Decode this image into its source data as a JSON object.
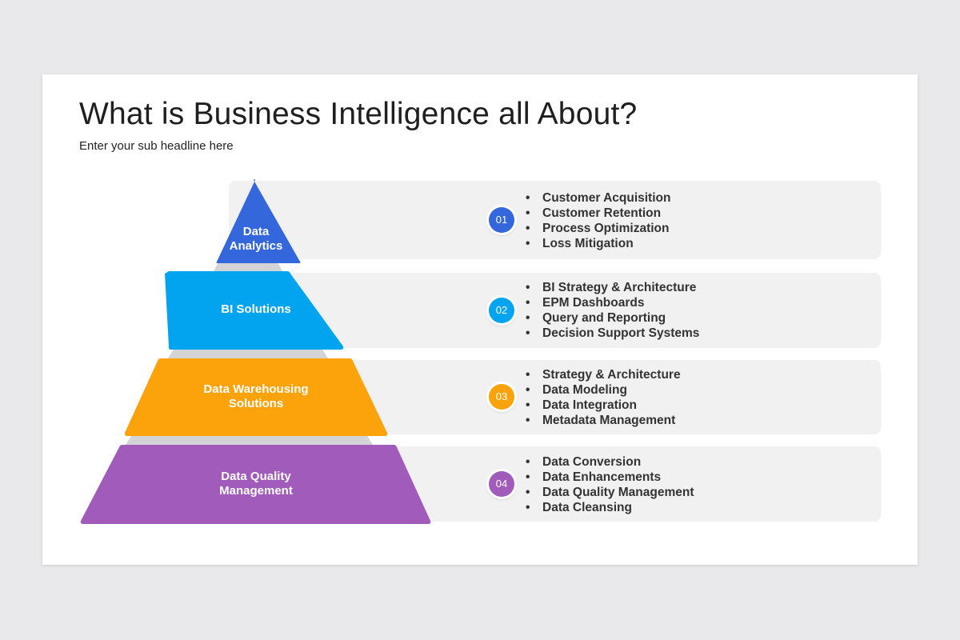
{
  "title": "What is Business Intelligence all About?",
  "subtitle": "Enter your sub headline here",
  "tiers": [
    {
      "number": "01",
      "label_lines": [
        "Data",
        "Analytics"
      ],
      "color": "#3467db",
      "items": [
        "Customer Acquisition",
        "Customer Retention",
        "Process Optimization",
        "Loss Mitigation"
      ]
    },
    {
      "number": "02",
      "label_lines": [
        "BI Solutions"
      ],
      "color": "#03a4ef",
      "items": [
        "BI Strategy & Architecture",
        "EPM Dashboards",
        "Query and Reporting",
        "Decision Support Systems"
      ]
    },
    {
      "number": "03",
      "label_lines": [
        "Data Warehousing",
        "Solutions"
      ],
      "color": "#fca30b",
      "items": [
        "Strategy & Architecture",
        "Data Modeling",
        "Data Integration",
        "Metadata Management"
      ]
    },
    {
      "number": "04",
      "label_lines": [
        "Data Quality",
        "Management"
      ],
      "color": "#a15bba",
      "items": [
        "Data Conversion",
        "Data Enhancements",
        "Data Quality Management",
        "Data Cleansing"
      ]
    }
  ]
}
